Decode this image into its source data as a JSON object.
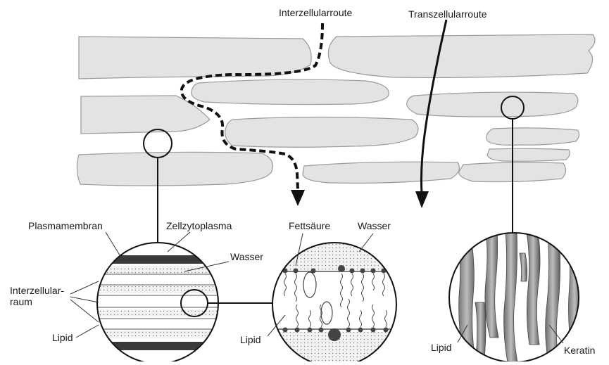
{
  "routes": {
    "intercellular": "Interzellularroute",
    "transcellular": "Transzellularroute"
  },
  "left_detail": {
    "plasma_membrane": "Plasmamembran",
    "cell_cytoplasm": "Zellzytoplasma",
    "water": "Wasser",
    "intercellular_space_line1": "Interzellular-",
    "intercellular_space_line2": "raum",
    "lipid": "Lipid"
  },
  "middle_detail": {
    "fatty_acid": "Fettsäure",
    "water": "Wasser",
    "lipid": "Lipid"
  },
  "right_detail": {
    "lipid": "Lipid",
    "keratin": "Keratin"
  },
  "colors": {
    "cell_fill": "#e3e3e3",
    "cell_stroke": "#9a9a9a",
    "line": "#1a1a1a",
    "membrane_dark": "#3a3a3a"
  }
}
